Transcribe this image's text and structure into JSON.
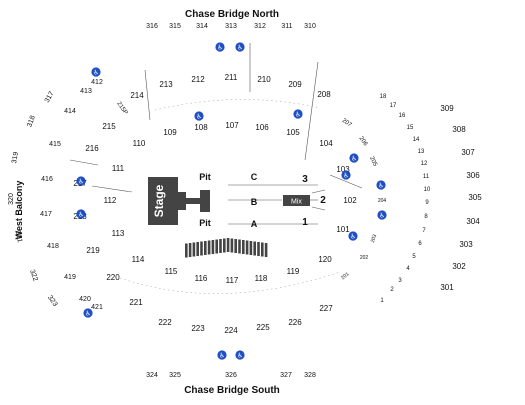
{
  "venue": {
    "north_label": "Chase Bridge North",
    "south_label": "Chase Bridge South",
    "west_label": "West Balcony",
    "stage_label": "Stage",
    "mix_label": "Mix"
  },
  "floor": {
    "pit": [
      "Pit",
      "Pit"
    ],
    "rows": [
      "C",
      "B",
      "A"
    ],
    "side_nums": [
      "3",
      "2",
      "1"
    ]
  },
  "colors": {
    "accessibility": "#1f4fc4",
    "stage": "#444444",
    "text": "#111111"
  },
  "sections_300_north": [
    "316",
    "315",
    "314",
    "313",
    "312",
    "311",
    "310"
  ],
  "sections_300_south": [
    "324",
    "325",
    "326",
    "327",
    "328"
  ],
  "sections_300_east": [
    "309",
    "308",
    "307",
    "306",
    "305",
    "304",
    "303",
    "302",
    "301"
  ],
  "sections_300_west": [
    "317",
    "318",
    "319",
    "320",
    "321",
    "322",
    "323"
  ],
  "sections_200": [
    "213",
    "212",
    "211",
    "210",
    "209",
    "208",
    "207",
    "206",
    "205",
    "204",
    "203",
    "202",
    "201",
    "214",
    "215",
    "215P",
    "216",
    "217",
    "218",
    "219",
    "220",
    "221",
    "222",
    "223",
    "224",
    "225",
    "226",
    "227"
  ],
  "sections_100": [
    "109",
    "108",
    "107",
    "106",
    "105",
    "104",
    "103",
    "102",
    "101",
    "110",
    "111",
    "112",
    "113",
    "114",
    "115",
    "116",
    "117",
    "118",
    "119",
    "120"
  ],
  "sections_400": [
    "412",
    "413",
    "414",
    "415",
    "416",
    "417",
    "418",
    "419",
    "420",
    "421"
  ],
  "east_small": [
    "18",
    "17",
    "16",
    "15",
    "14",
    "13",
    "12",
    "11",
    "10",
    "9",
    "8",
    "7",
    "6",
    "5",
    "4",
    "3",
    "2",
    "1"
  ]
}
